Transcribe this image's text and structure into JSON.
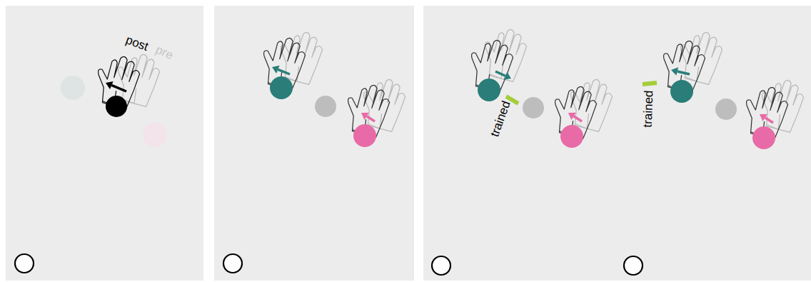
{
  "diagram": {
    "labels": [
      "post",
      "pre",
      "trained",
      "trained"
    ]
  }
}
